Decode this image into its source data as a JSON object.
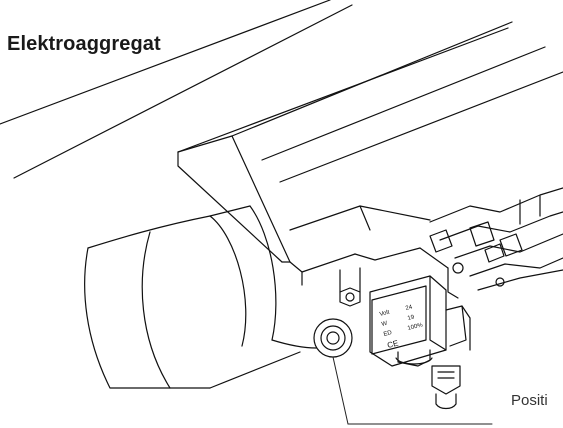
{
  "page": {
    "title": "Elektroaggregat"
  },
  "callout": {
    "label": "Positi"
  },
  "plate": {
    "line1": "Volt",
    "line2": "W",
    "line3": "ED",
    "val1": "24",
    "val2": "19",
    "val3": "100%",
    "mark": "CE"
  }
}
